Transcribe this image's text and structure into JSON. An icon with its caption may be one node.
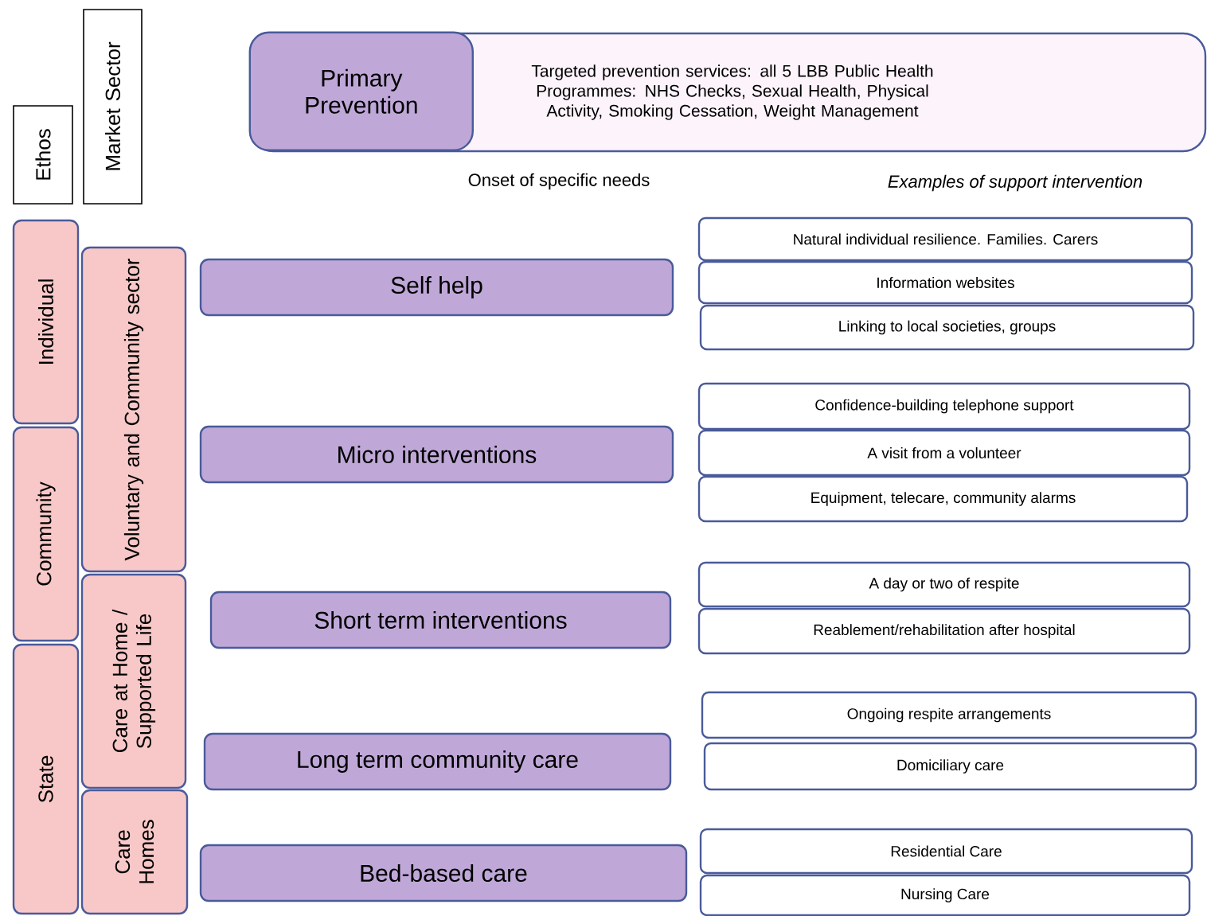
{
  "diagram": {
    "nodes": [
      {
        "text": [
          "Ethos"
        ]
      },
      {
        "text": [
          "Market Sector"
        ]
      },
      {
        "text": [
          "Targeted prevention services: all 5 LBB Public Health Programmes: NHS Checks, Sexual Health, Physical Activity, Smoking Cessation, Weight Management"
        ]
      },
      {
        "text": [
          "Primary Prevention"
        ],
        "in": 2
      },
      {
        "text": [
          "Individual"
        ]
      },
      {
        "text": [
          "Community"
        ]
      },
      {
        "text": [
          "State"
        ]
      },
      {
        "text": [
          "Voluntary and Community sector"
        ]
      },
      {
        "text": [
          "Care at Home / Supported Life"
        ]
      },
      {
        "text": [
          "Care Homes"
        ]
      },
      {
        "text": [
          "Self help"
        ]
      },
      {
        "text": [
          "Natural individual resilience. Families. Carers"
        ]
      },
      {
        "text": [
          "Information websites"
        ]
      },
      {
        "text": [
          "Linking to local societies, groups"
        ]
      },
      {
        "text": [
          "Micro interventions"
        ]
      },
      {
        "text": [
          "Confidence-building telephone support"
        ]
      },
      {
        "text": [
          "A visit from a volunteer"
        ]
      },
      {
        "text": [
          "Equipment, telecare, community alarms"
        ]
      },
      {
        "text": [
          "Short term interventions"
        ]
      },
      {
        "text": [
          "A day or two of respite"
        ]
      },
      {
        "text": [
          "Reablement/rehabilitation after hospital"
        ]
      },
      {
        "text": [
          "Long term community care"
        ]
      },
      {
        "text": [
          "Ongoing respite arrangements"
        ]
      },
      {
        "text": [
          "Domiciliary care"
        ]
      },
      {
        "text": [
          "Bed-based care"
        ]
      },
      {
        "text": [
          "Residential Care"
        ]
      },
      {
        "text": [
          "Nursing Care"
        ]
      }
    ],
    "labels": [
      "Onset of specific needs",
      "Examples of support intervention"
    ]
  }
}
